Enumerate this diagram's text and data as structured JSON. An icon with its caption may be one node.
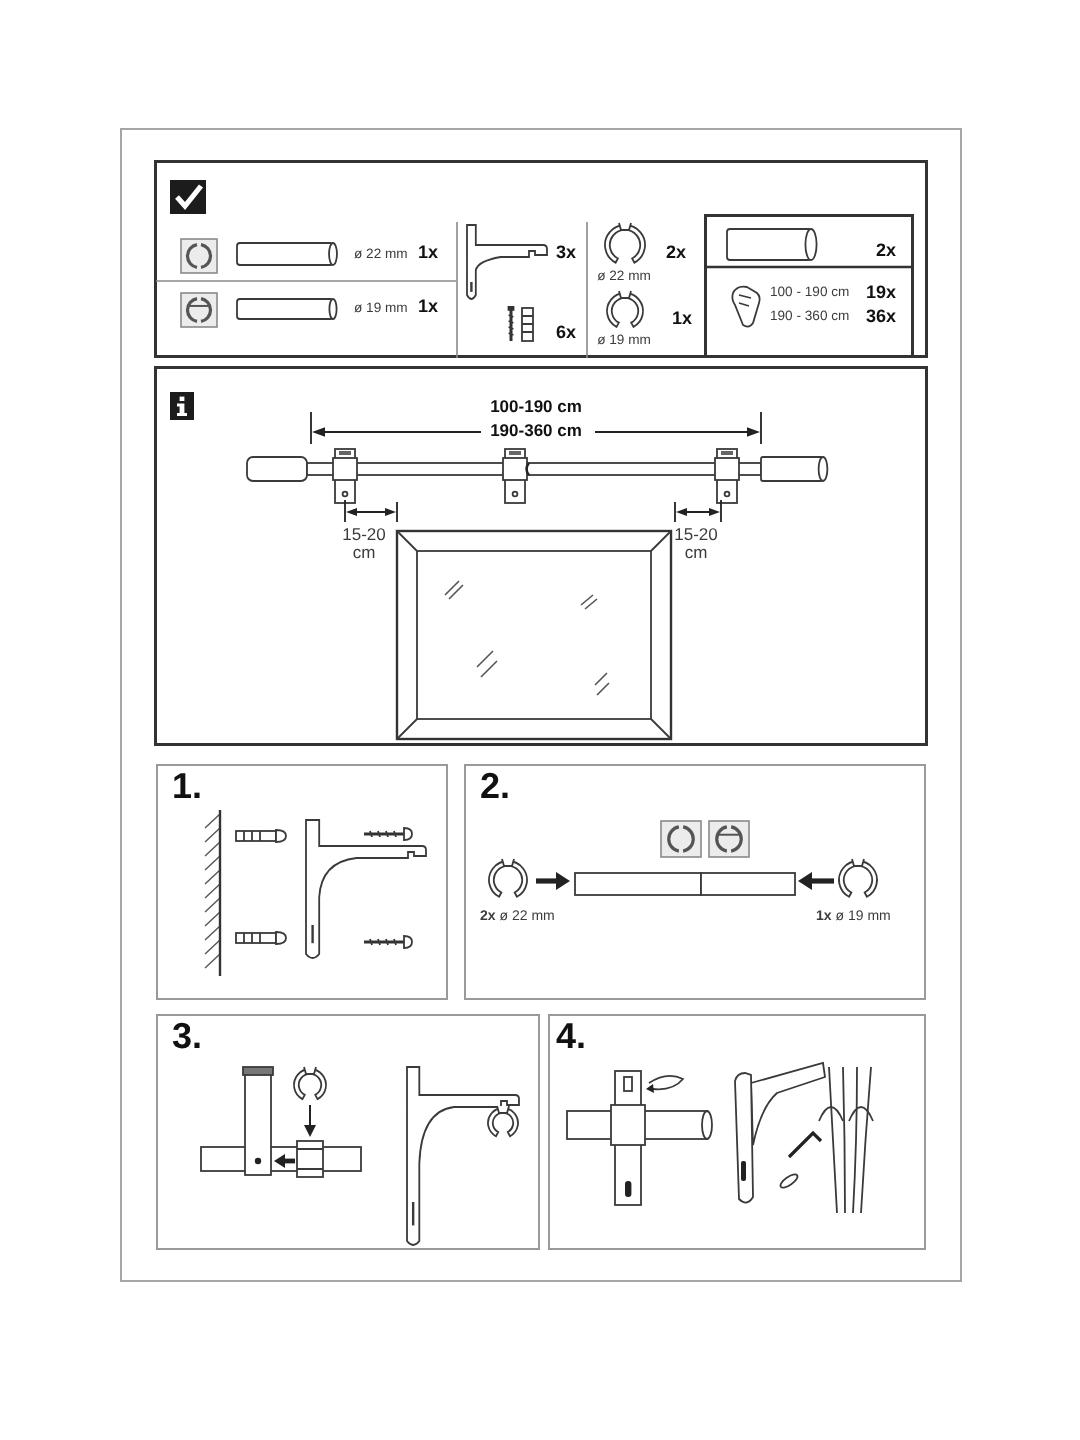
{
  "diagram": {
    "nodes": [
      {
        "text": [],
        "shape": "box"
      },
      {
        "text": [
          "ø 22 mm",
          "1x",
          "ø 19 mm",
          "1x",
          "3x",
          "6x",
          "2x",
          "ø 22 mm",
          "1x",
          "ø 19 mm"
        ],
        "in": 0
      },
      {
        "text": [
          "2x",
          "100 - 190 cm",
          "19x",
          "190 - 360 cm",
          "36x"
        ],
        "in": 1
      },
      {
        "text": [
          "100-190 cm",
          "190-360 cm",
          "15-20 cm",
          "15-20 cm"
        ],
        "in": 0
      },
      {
        "text": [
          "1."
        ],
        "in": 0
      },
      {
        "text": [
          "2.",
          "**2x** ø 22 mm",
          "**1x** ø 19 mm"
        ],
        "in": 0
      },
      {
        "text": [
          "3."
        ],
        "in": 0
      },
      {
        "text": [
          "4."
        ],
        "in": 0
      }
    ]
  }
}
